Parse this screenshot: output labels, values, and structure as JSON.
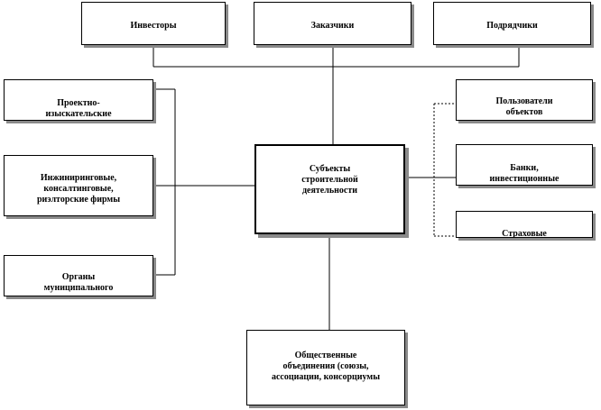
{
  "nodes": {
    "investors": "Инвесторы",
    "customers": "Заказчики",
    "contractors": "Подрядчики",
    "design": "Проектно-\nизыскательские",
    "engineering": "Инжиниринговые,\nконсалтинговые,\nриэлторские   фирмы",
    "municipal": "Органы\nмуниципального",
    "center": "Субъекты\nстроительной\nдеятельности",
    "users": "Пользователи\nобъектов",
    "banks": "Банки,\nинвестиционные",
    "insurance": "Страховые",
    "associations": "Общественные\nобъединения  (союзы,\nассоциации,  консорциумы"
  }
}
